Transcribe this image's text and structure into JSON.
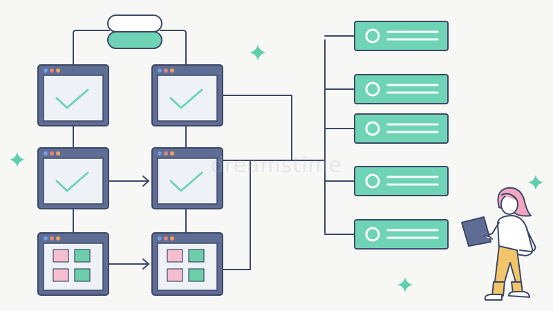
{
  "colors": {
    "background": "#f7f7f5",
    "outline": "#3b4766",
    "window_frame": "#5f6d95",
    "window_screen": "#eef2f7",
    "green": "#6fd4b5",
    "pink": "#f5bfd0",
    "light_green": "#6dcfa9",
    "hair": "#f2a6c2",
    "pants": "#f2c56b",
    "sparkle": "#5fcfae",
    "dot_red": "#e8837c",
    "dot_orange": "#f0a25a",
    "dot_blue": "#6fa0e0"
  },
  "diagram": {
    "top_node": "pill-node",
    "windows": [
      {
        "id": "w1",
        "content": "check"
      },
      {
        "id": "w2",
        "content": "check"
      },
      {
        "id": "w3",
        "content": "check"
      },
      {
        "id": "w4",
        "content": "check"
      },
      {
        "id": "w5",
        "content": "tiles"
      },
      {
        "id": "w6",
        "content": "tiles"
      }
    ],
    "list_items_count": 5,
    "person": {
      "holding": "tablet"
    }
  },
  "watermark": {
    "text": "dreamstime"
  }
}
